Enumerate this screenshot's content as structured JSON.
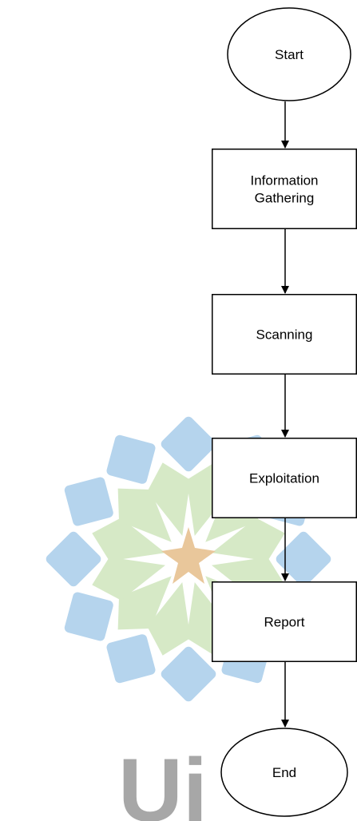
{
  "diagram": {
    "nodes": [
      {
        "id": "start",
        "shape": "ellipse",
        "lines": [
          "Start"
        ]
      },
      {
        "id": "info",
        "shape": "rect",
        "lines": [
          "Information",
          "Gathering"
        ]
      },
      {
        "id": "scan",
        "shape": "rect",
        "lines": [
          "Scanning"
        ]
      },
      {
        "id": "exploit",
        "shape": "rect",
        "lines": [
          "Exploitation"
        ]
      },
      {
        "id": "report",
        "shape": "rect",
        "lines": [
          "Report"
        ]
      },
      {
        "id": "end",
        "shape": "ellipse",
        "lines": [
          "End"
        ]
      }
    ],
    "edges": [
      {
        "from": "start",
        "to": "info"
      },
      {
        "from": "info",
        "to": "scan"
      },
      {
        "from": "scan",
        "to": "exploit"
      },
      {
        "from": "exploit",
        "to": "report"
      },
      {
        "from": "report",
        "to": "end"
      }
    ]
  },
  "watermark": {
    "text": "Ui",
    "colors": {
      "blue": "#a9cdea",
      "green": "#cfe6bd",
      "star": "#e9c79b",
      "text": "#9e9e9e"
    }
  }
}
